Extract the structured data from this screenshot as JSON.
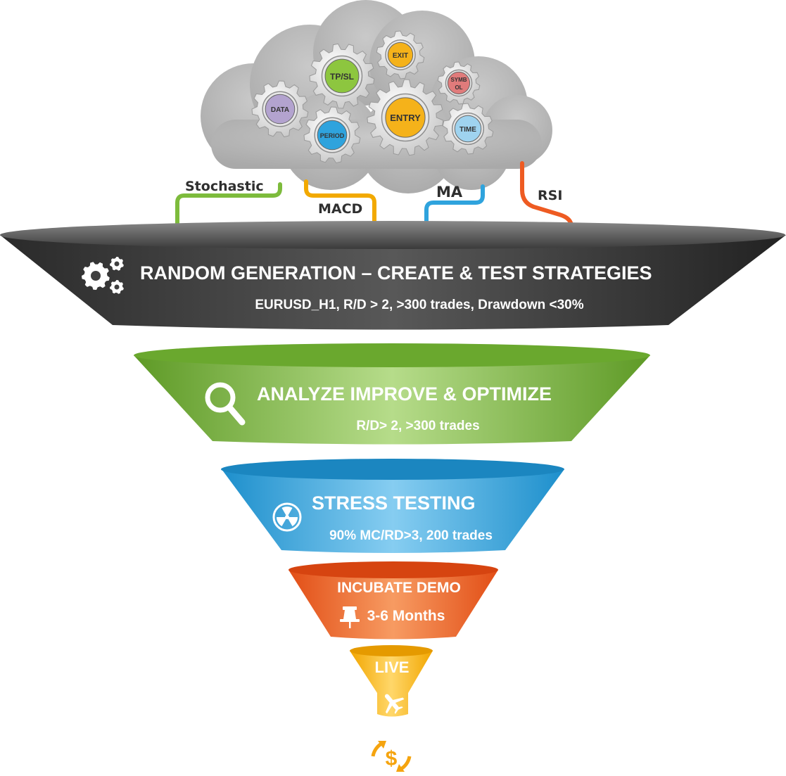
{
  "cloud": {
    "gears": {
      "data": "DATA",
      "period": "PERIOD",
      "tpsl": "TP/SL",
      "exit": "EXIT",
      "entry": "ENTRY",
      "symbol_line1": "SYMB",
      "symbol_line2": "OL",
      "time": "TIME"
    },
    "wires": {
      "stochastic": "Stochastic",
      "macd": "MACD",
      "ma": "MA",
      "rsi": "RSI"
    }
  },
  "stages": {
    "random": {
      "title": "RANDOM GENERATION – CREATE & TEST STRATEGIES",
      "subtitle": "EURUSD_H1, R/D > 2, >300 trades, Drawdown <30%",
      "icon": "gears-icon",
      "color": "#3a3a3a"
    },
    "analyze": {
      "title": "ANALYZE IMPROVE & OPTIMIZE",
      "subtitle": "R/D> 2, >300 trades",
      "icon": "magnifier-icon",
      "color": "#7bb83a"
    },
    "stress": {
      "title": "STRESS TESTING",
      "subtitle": "90% MC/RD>3, 200 trades",
      "icon": "radiation-icon",
      "color": "#2fa3dd"
    },
    "incubate": {
      "title": "INCUBATE DEMO",
      "subtitle": "3-6 Months",
      "icon": "pushpin-icon",
      "color": "#ee5b22"
    },
    "live": {
      "title": "LIVE",
      "icon": "airplane-icon",
      "color": "#f5b21a"
    }
  },
  "footer_icon": "dollar-exchange-icon"
}
